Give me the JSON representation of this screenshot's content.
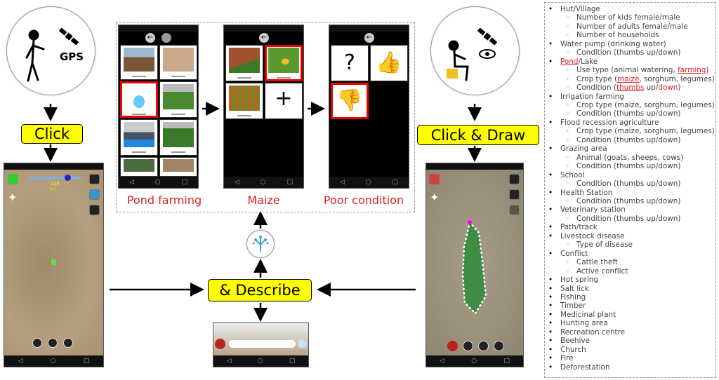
{
  "left_panel": {
    "gps_label": "GPS",
    "click_label": "Click",
    "slider_value": "120"
  },
  "right_panel": {
    "click_draw_label": "Click & Draw"
  },
  "center": {
    "describe_label": "& Describe",
    "steps": [
      {
        "label": "Pond farming"
      },
      {
        "label": "Maize"
      },
      {
        "label": "Poor condition"
      }
    ],
    "condition_question": "?",
    "add_symbol": "+"
  },
  "list": [
    {
      "t": "Hut/Village",
      "c": [
        "Number of kids female/male",
        "Number of adults female/male",
        "Number of households"
      ]
    },
    {
      "t": "Water pump (drinking water)",
      "c": [
        "Condition (thumbs up/down)"
      ]
    },
    {
      "t": "Pond/Lake",
      "c": [
        "Use type (animal watering, farming)",
        "Crop type (maize, sorghum, legumes)",
        "Condition (thumbs up/down)"
      ]
    },
    {
      "t": "Irrigation farming",
      "c": [
        "Crop type (maize, sorghum, legumes)",
        "Condition (thumbs up/down)"
      ]
    },
    {
      "t": "Flood recession agriculture",
      "c": [
        "Crop type (maize, sorghum, legumes)",
        "Condition (thumbs up/down)"
      ]
    },
    {
      "t": "Grazing area",
      "c": [
        "Animal (goats, sheeps, cows)",
        "Condition (thumbs up/down)"
      ]
    },
    {
      "t": "School",
      "c": [
        "Condition (thumbs up/down)"
      ]
    },
    {
      "t": "Health Station",
      "c": [
        "Condition (thumbs up/down)"
      ]
    },
    {
      "t": "Veterinary station",
      "c": [
        "Condition (thumbs up/down)"
      ]
    },
    {
      "t": "Path/track",
      "c": []
    },
    {
      "t": "Livestock disease",
      "c": [
        "Type of disease"
      ]
    },
    {
      "t": "Conflict",
      "c": [
        "Cattle theft",
        "Active conflict"
      ]
    },
    {
      "t": "Hot spring",
      "c": []
    },
    {
      "t": "Salt lick",
      "c": []
    },
    {
      "t": "Fishing",
      "c": []
    },
    {
      "t": "Timber",
      "c": []
    },
    {
      "t": "Medicinal plant",
      "c": []
    },
    {
      "t": "Hunting area",
      "c": []
    },
    {
      "t": "Recreation centre",
      "c": []
    },
    {
      "t": "Beehive",
      "c": []
    },
    {
      "t": "Church",
      "c": []
    },
    {
      "t": "Fire",
      "c": []
    },
    {
      "t": "Deforestation",
      "c": []
    }
  ],
  "colors": {
    "highlight": "#ffff00",
    "accent_red": "#e02020"
  }
}
